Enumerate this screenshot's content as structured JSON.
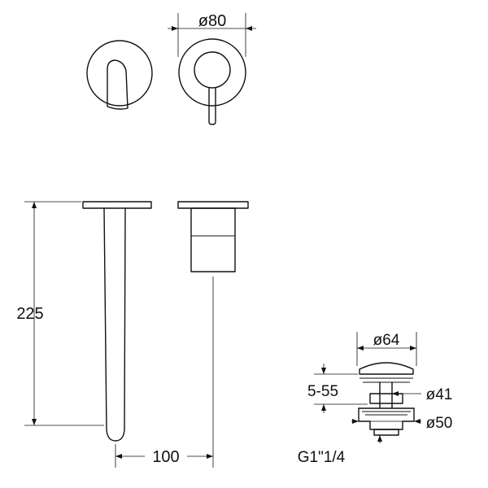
{
  "drawing": {
    "dimensions": {
      "plate_diameter": "ø80",
      "spout_length": "225",
      "projection": "100",
      "drain_cap_diameter": "ø64",
      "drain_adjust_range": "5-55",
      "drain_body_diameter": "ø41",
      "drain_flange_diameter": "ø50",
      "drain_thread": "G1\"1/4"
    },
    "colors": {
      "line": "#111111",
      "background": "#ffffff"
    }
  }
}
